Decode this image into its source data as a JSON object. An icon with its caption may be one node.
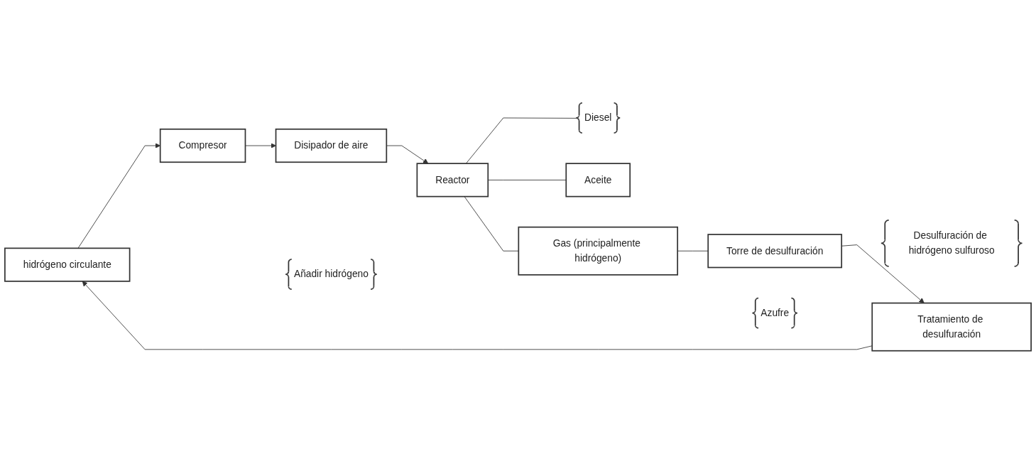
{
  "diagram": {
    "nodes": [
      {
        "text": [
          "hidrógeno circulante"
        ]
      },
      {
        "text": [
          "Compresor"
        ]
      },
      {
        "text": [
          "Disipador de aire"
        ]
      },
      {
        "text": [
          "Reactor"
        ]
      },
      {
        "text": [
          "Añadir hidrógeno"
        ]
      },
      {
        "text": [
          "Diesel"
        ]
      },
      {
        "text": [
          "Aceite"
        ]
      },
      {
        "text": [
          "Gas (principalmente hidrógeno)"
        ]
      },
      {
        "text": [
          "Torre de desulfuración"
        ]
      },
      {
        "text": [
          "Desulfuración de hidrógeno sulfuroso"
        ]
      },
      {
        "text": [
          "Tratamiento de desulfuración"
        ]
      },
      {
        "text": [
          "Azufre"
        ]
      }
    ],
    "edges": [
      {
        "from": 0,
        "to": 1,
        "arrow": "to"
      },
      {
        "from": 1,
        "to": 2,
        "arrow": "to"
      },
      {
        "from": 2,
        "to": 3,
        "arrow": "to"
      },
      {
        "from": 3,
        "to": 5,
        "arrow": "none"
      },
      {
        "from": 3,
        "to": 6,
        "arrow": "none"
      },
      {
        "from": 3,
        "to": 7,
        "arrow": "none"
      },
      {
        "from": 7,
        "to": 8,
        "arrow": "none"
      },
      {
        "from": 8,
        "to": 10,
        "arrow": "to"
      },
      {
        "from": 10,
        "to": 0,
        "arrow": "to"
      }
    ]
  }
}
